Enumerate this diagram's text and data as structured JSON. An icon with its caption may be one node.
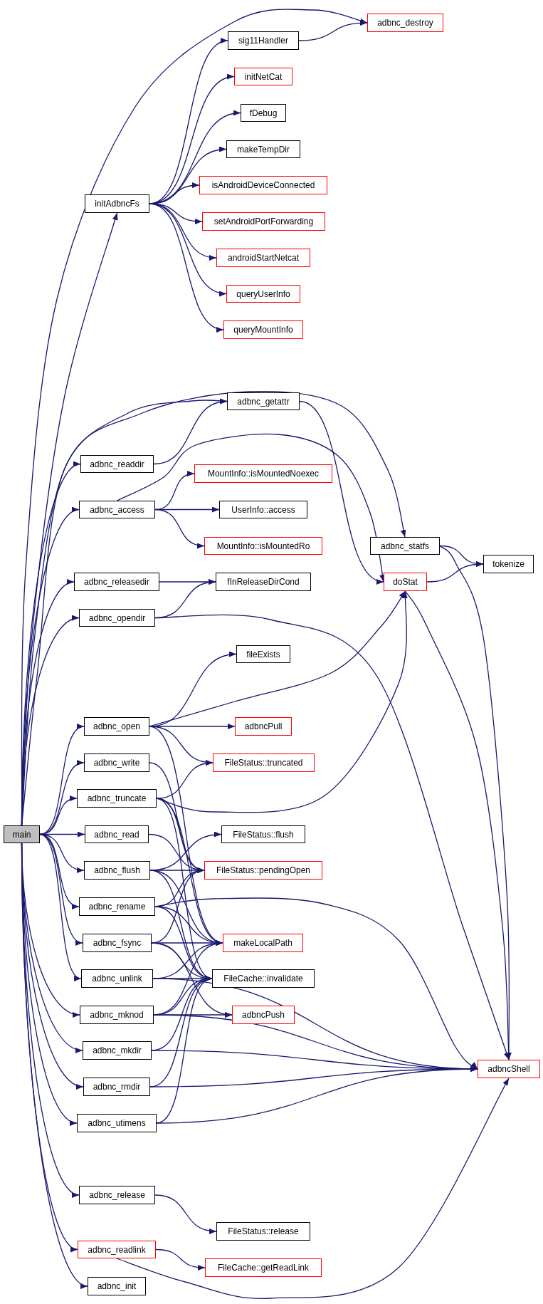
{
  "diagram": {
    "nodes": [
      {
        "text": [
          "adbnc_destroy"
        ]
      },
      {
        "text": [
          "sig11Handler"
        ]
      },
      {
        "text": [
          "initNetCat"
        ]
      },
      {
        "text": [
          "fDebug"
        ]
      },
      {
        "text": [
          "makeTempDir"
        ]
      },
      {
        "text": [
          "isAndroidDeviceConnected"
        ]
      },
      {
        "text": [
          "initAdbncFs"
        ]
      },
      {
        "text": [
          "setAndroidPortForwarding"
        ]
      },
      {
        "text": [
          "androidStartNetcat"
        ]
      },
      {
        "text": [
          "queryUserInfo"
        ]
      },
      {
        "text": [
          "queryMountInfo"
        ]
      },
      {
        "text": [
          "adbnc_getattr"
        ]
      },
      {
        "text": [
          "adbnc_readdir"
        ]
      },
      {
        "text": [
          "MountInfo::isMountedNoexec"
        ]
      },
      {
        "text": [
          "adbnc_access"
        ]
      },
      {
        "text": [
          "UserInfo::access"
        ]
      },
      {
        "text": [
          "MountInfo::isMountedRo"
        ]
      },
      {
        "text": [
          "adbnc_statfs"
        ]
      },
      {
        "text": [
          "tokenize"
        ]
      },
      {
        "text": [
          "adbnc_releasedir"
        ]
      },
      {
        "text": [
          "fInReleaseDirCond"
        ]
      },
      {
        "text": [
          "doStat"
        ]
      },
      {
        "text": [
          "adbnc_opendir"
        ]
      },
      {
        "text": [
          "fileExists"
        ]
      },
      {
        "text": [
          "adbnc_open"
        ]
      },
      {
        "text": [
          "adbncPull"
        ]
      },
      {
        "text": [
          "adbnc_write"
        ]
      },
      {
        "text": [
          "FileStatus::truncated"
        ]
      },
      {
        "text": [
          "adbnc_truncate"
        ]
      },
      {
        "text": [
          "main"
        ]
      },
      {
        "text": [
          "adbnc_read"
        ]
      },
      {
        "text": [
          "FileStatus::flush"
        ]
      },
      {
        "text": [
          "adbnc_flush"
        ]
      },
      {
        "text": [
          "FileStatus::pendingOpen"
        ]
      },
      {
        "text": [
          "adbnc_rename"
        ]
      },
      {
        "text": [
          "adbnc_fsync"
        ]
      },
      {
        "text": [
          "makeLocalPath"
        ]
      },
      {
        "text": [
          "adbnc_unlink"
        ]
      },
      {
        "text": [
          "FileCache::invalidate"
        ]
      },
      {
        "text": [
          "adbnc_mknod"
        ]
      },
      {
        "text": [
          "adbncPush"
        ]
      },
      {
        "text": [
          "adbnc_mkdir"
        ]
      },
      {
        "text": [
          "adbncShell"
        ]
      },
      {
        "text": [
          "adbnc_rmdir"
        ]
      },
      {
        "text": [
          "adbnc_utimens"
        ]
      },
      {
        "text": [
          "adbnc_release"
        ]
      },
      {
        "text": [
          "FileStatus::release"
        ]
      },
      {
        "text": [
          "adbnc_readlink"
        ]
      },
      {
        "text": [
          "FileCache::getReadLink"
        ]
      },
      {
        "text": [
          "adbnc_init"
        ]
      }
    ],
    "edges": [
      {
        "from": 29,
        "to": 0,
        "arrow": "to"
      },
      {
        "from": 29,
        "to": 6,
        "arrow": "to"
      },
      {
        "from": 29,
        "to": 11,
        "arrow": "to"
      },
      {
        "from": 29,
        "to": 17,
        "arrow": "to"
      },
      {
        "from": 29,
        "to": 12,
        "arrow": "to"
      },
      {
        "from": 29,
        "to": 14,
        "arrow": "to"
      },
      {
        "from": 29,
        "to": 19,
        "arrow": "to"
      },
      {
        "from": 29,
        "to": 22,
        "arrow": "to"
      },
      {
        "from": 29,
        "to": 24,
        "arrow": "to"
      },
      {
        "from": 29,
        "to": 26,
        "arrow": "to"
      },
      {
        "from": 29,
        "to": 28,
        "arrow": "to"
      },
      {
        "from": 29,
        "to": 30,
        "arrow": "to"
      },
      {
        "from": 29,
        "to": 32,
        "arrow": "to"
      },
      {
        "from": 29,
        "to": 34,
        "arrow": "to"
      },
      {
        "from": 29,
        "to": 35,
        "arrow": "to"
      },
      {
        "from": 29,
        "to": 37,
        "arrow": "to"
      },
      {
        "from": 29,
        "to": 39,
        "arrow": "to"
      },
      {
        "from": 29,
        "to": 41,
        "arrow": "to"
      },
      {
        "from": 29,
        "to": 43,
        "arrow": "to"
      },
      {
        "from": 29,
        "to": 44,
        "arrow": "to"
      },
      {
        "from": 29,
        "to": 45,
        "arrow": "to"
      },
      {
        "from": 29,
        "to": 47,
        "arrow": "to"
      },
      {
        "from": 29,
        "to": 49,
        "arrow": "to"
      },
      {
        "from": 6,
        "to": 1,
        "arrow": "to"
      },
      {
        "from": 6,
        "to": 2,
        "arrow": "to"
      },
      {
        "from": 6,
        "to": 3,
        "arrow": "to"
      },
      {
        "from": 6,
        "to": 4,
        "arrow": "to"
      },
      {
        "from": 6,
        "to": 5,
        "arrow": "to"
      },
      {
        "from": 6,
        "to": 7,
        "arrow": "to"
      },
      {
        "from": 6,
        "to": 8,
        "arrow": "to"
      },
      {
        "from": 6,
        "to": 9,
        "arrow": "to"
      },
      {
        "from": 6,
        "to": 10,
        "arrow": "to"
      },
      {
        "from": 1,
        "to": 0,
        "arrow": "to"
      },
      {
        "from": 11,
        "to": 21,
        "arrow": "to"
      },
      {
        "from": 12,
        "to": 11,
        "arrow": "to"
      },
      {
        "from": 14,
        "to": 21,
        "arrow": "to"
      },
      {
        "from": 14,
        "to": 13,
        "arrow": "to"
      },
      {
        "from": 14,
        "to": 15,
        "arrow": "to"
      },
      {
        "from": 14,
        "to": 16,
        "arrow": "to"
      },
      {
        "from": 17,
        "to": 18,
        "arrow": "to"
      },
      {
        "from": 17,
        "to": 42,
        "arrow": "to"
      },
      {
        "from": 21,
        "to": 18,
        "arrow": "to"
      },
      {
        "from": 21,
        "to": 42,
        "arrow": "to"
      },
      {
        "from": 19,
        "to": 20,
        "arrow": "to"
      },
      {
        "from": 22,
        "to": 20,
        "arrow": "to"
      },
      {
        "from": 22,
        "to": 42,
        "arrow": "to"
      },
      {
        "from": 24,
        "to": 23,
        "arrow": "to"
      },
      {
        "from": 24,
        "to": 21,
        "arrow": "to"
      },
      {
        "from": 24,
        "to": 25,
        "arrow": "to"
      },
      {
        "from": 24,
        "to": 27,
        "arrow": "to"
      },
      {
        "from": 24,
        "to": 36,
        "arrow": "to"
      },
      {
        "from": 26,
        "to": 33,
        "arrow": "to"
      },
      {
        "from": 28,
        "to": 27,
        "arrow": "to"
      },
      {
        "from": 28,
        "to": 21,
        "arrow": "to"
      },
      {
        "from": 28,
        "to": 36,
        "arrow": "to"
      },
      {
        "from": 28,
        "to": 38,
        "arrow": "to"
      },
      {
        "from": 28,
        "to": 33,
        "arrow": "to"
      },
      {
        "from": 30,
        "to": 33,
        "arrow": "to"
      },
      {
        "from": 32,
        "to": 31,
        "arrow": "to"
      },
      {
        "from": 32,
        "to": 33,
        "arrow": "to"
      },
      {
        "from": 32,
        "to": 36,
        "arrow": "to"
      },
      {
        "from": 32,
        "to": 38,
        "arrow": "to"
      },
      {
        "from": 34,
        "to": 33,
        "arrow": "to"
      },
      {
        "from": 34,
        "to": 36,
        "arrow": "to"
      },
      {
        "from": 34,
        "to": 38,
        "arrow": "to"
      },
      {
        "from": 34,
        "to": 42,
        "arrow": "to"
      },
      {
        "from": 35,
        "to": 33,
        "arrow": "to"
      },
      {
        "from": 35,
        "to": 36,
        "arrow": "to"
      },
      {
        "from": 35,
        "to": 38,
        "arrow": "to"
      },
      {
        "from": 35,
        "to": 40,
        "arrow": "to"
      },
      {
        "from": 37,
        "to": 36,
        "arrow": "to"
      },
      {
        "from": 37,
        "to": 38,
        "arrow": "to"
      },
      {
        "from": 37,
        "to": 42,
        "arrow": "to"
      },
      {
        "from": 39,
        "to": 36,
        "arrow": "to"
      },
      {
        "from": 39,
        "to": 38,
        "arrow": "to"
      },
      {
        "from": 39,
        "to": 40,
        "arrow": "to"
      },
      {
        "from": 39,
        "to": 42,
        "arrow": "to"
      },
      {
        "from": 41,
        "to": 38,
        "arrow": "to"
      },
      {
        "from": 41,
        "to": 42,
        "arrow": "to"
      },
      {
        "from": 43,
        "to": 38,
        "arrow": "to"
      },
      {
        "from": 43,
        "to": 42,
        "arrow": "to"
      },
      {
        "from": 44,
        "to": 38,
        "arrow": "to"
      },
      {
        "from": 44,
        "to": 42,
        "arrow": "to"
      },
      {
        "from": 45,
        "to": 46,
        "arrow": "to"
      },
      {
        "from": 47,
        "to": 48,
        "arrow": "to"
      },
      {
        "from": 47,
        "to": 42,
        "arrow": "to"
      }
    ]
  }
}
